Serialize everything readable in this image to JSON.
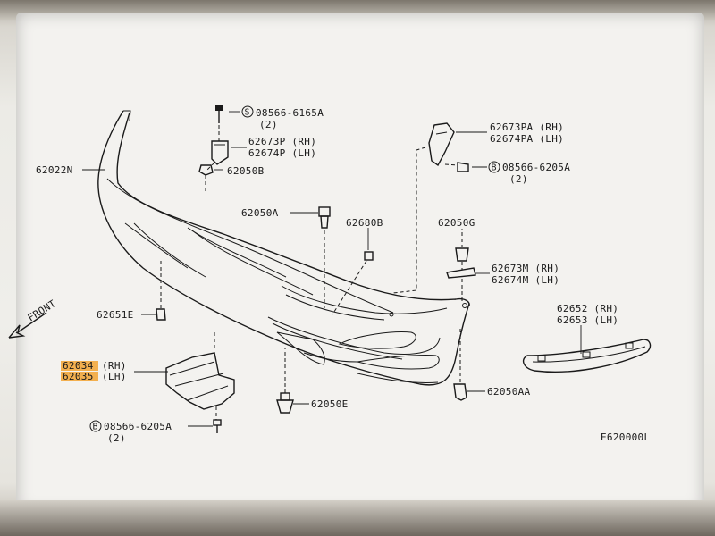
{
  "parts": {
    "bumper_fascia": "62022N",
    "bolt_top": "08566-6165A",
    "bolt_top_qty": "(2)",
    "bracket_top_rh": "62673P (RH)",
    "bracket_top_lh": "62674P (LH)",
    "clip_top": "62050B",
    "retainer_pa_rh": "62673PA (RH)",
    "retainer_pa_lh": "62674PA (LH)",
    "bolt_side": "08566-6205A",
    "bolt_side_qty": "(2)",
    "clip_a": "62050A",
    "nut_b": "62680B",
    "clip_g": "62050G",
    "bracket_m_rh": "62673M (RH)",
    "bracket_m_lh": "62674M (LH)",
    "clip_e_left": "62651E",
    "molding_rh": "62652 (RH)",
    "molding_lh": "62653 (LH)",
    "lower_cover_rh_code": "62034",
    "lower_cover_rh_side": "(RH)",
    "lower_cover_lh_code": "62035",
    "lower_cover_lh_side": "(LH)",
    "clip_e": "62050E",
    "clip_aa": "62050AA",
    "bolt_bottom": "08566-6205A",
    "bolt_bottom_qty": "(2)"
  },
  "symbols": {
    "s_circle": "S",
    "b_circle_side": "B",
    "b_circle_bottom": "B"
  },
  "front_label": "FRONT",
  "figure_code": "E620000L",
  "highlight_color": "#f2a533"
}
